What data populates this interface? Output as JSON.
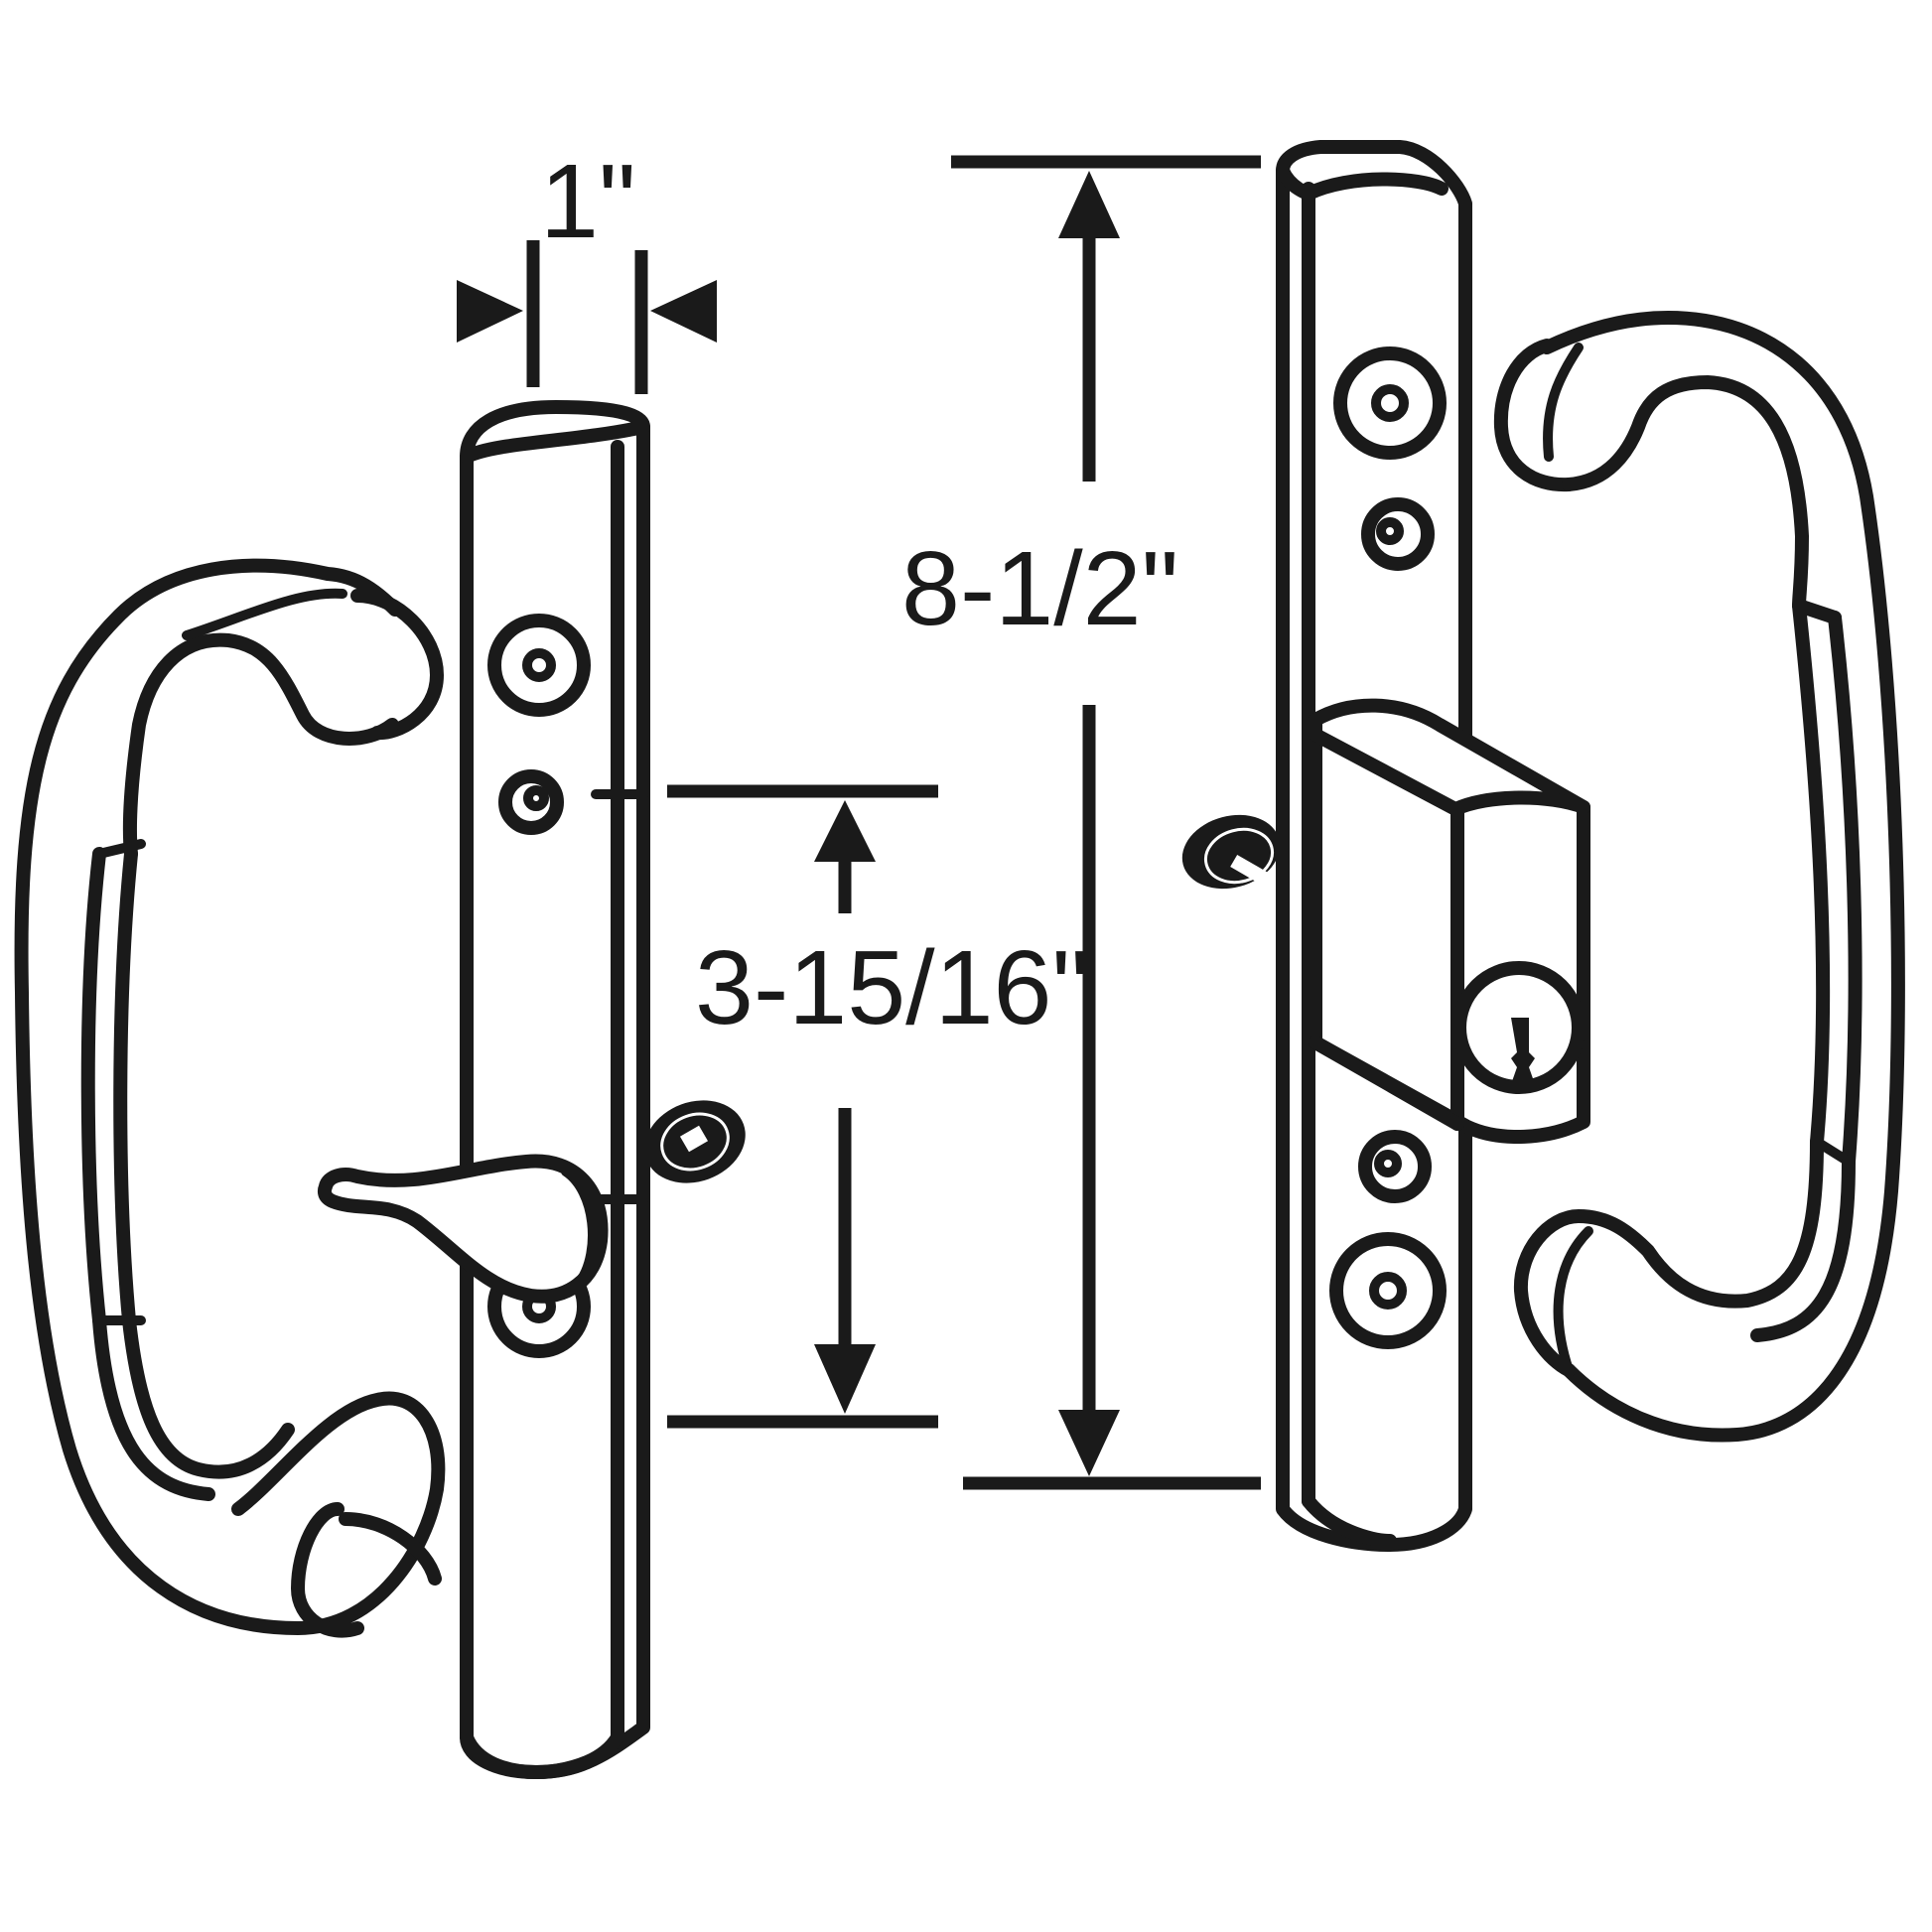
{
  "diagram": {
    "subject": "Sliding patio door handle set (interior lever handle and exterior keyed handle)",
    "colors": {
      "line": "#1a1a1a",
      "background": "#ffffff"
    },
    "dimensions": {
      "width": {
        "label": "1\"",
        "description": "escutcheon plate width"
      },
      "overall_height": {
        "label": "8-1/2\"",
        "description": "escutcheon plate overall height"
      },
      "hole_spacing": {
        "label": "3-15/16\"",
        "description": "center-to-center mounting hole spacing"
      }
    },
    "components": [
      {
        "name": "interior-escutcheon",
        "label": "Interior escutcheon plate with thumb lever"
      },
      {
        "name": "interior-pull-handle",
        "label": "Interior pull handle"
      },
      {
        "name": "exterior-escutcheon",
        "label": "Exterior escutcheon plate with keyed cylinder"
      },
      {
        "name": "exterior-pull-handle",
        "label": "Exterior pull handle"
      }
    ],
    "icons": {
      "keyhole": "keyhole-icon",
      "arrow": "dimension-arrow-icon",
      "screw": "screw-hole-icon"
    }
  }
}
